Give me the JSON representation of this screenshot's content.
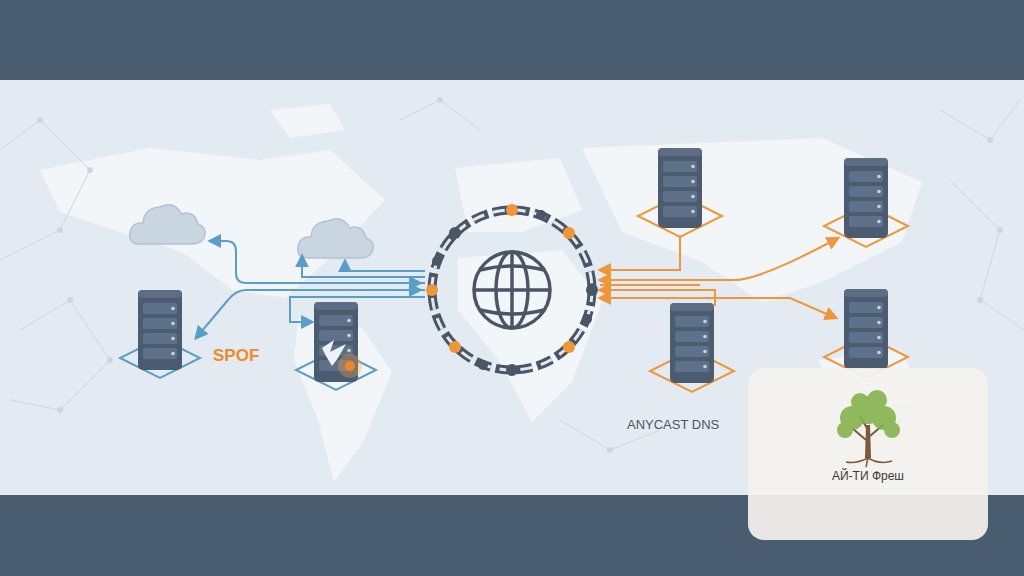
{
  "diagram": {
    "labels": [
      "SPOF",
      "ANYCAST DNS",
      "АЙ-ТИ Фреш"
    ]
  }
}
